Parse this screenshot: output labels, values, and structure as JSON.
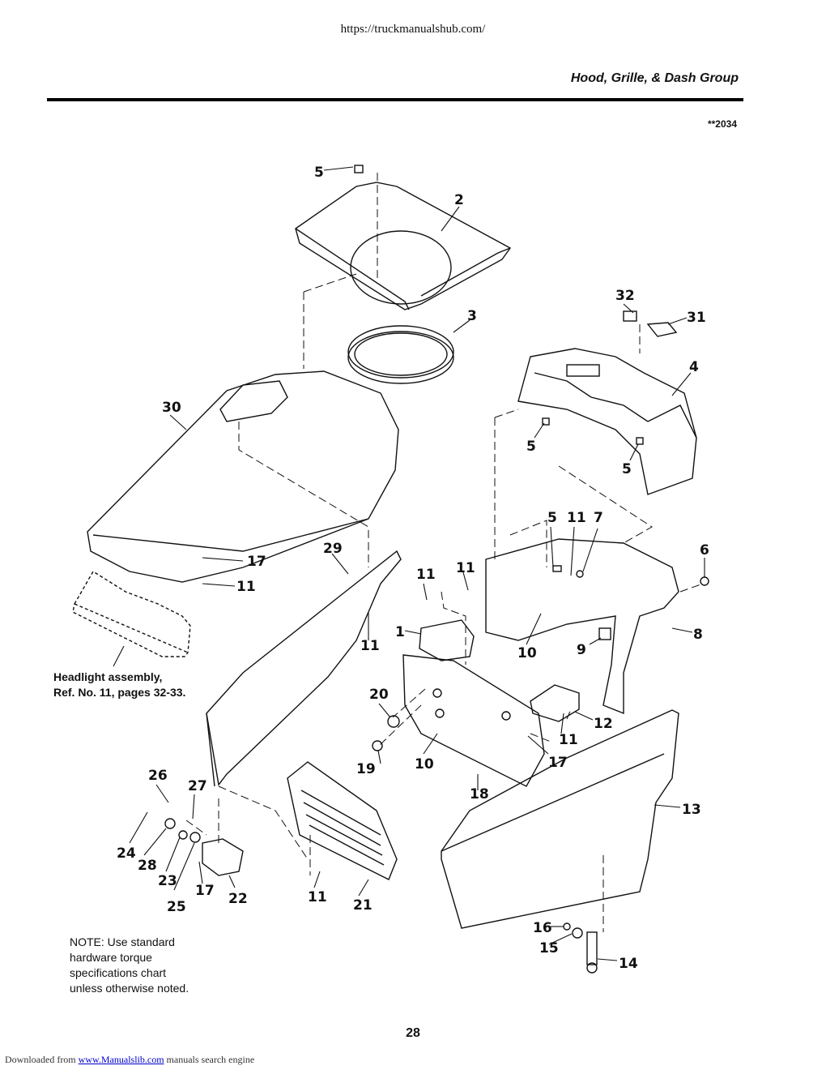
{
  "header": {
    "url": "https://truckmanualshub.com/",
    "section_title": "Hood, Grille, & Dash Group",
    "figure_code": "**2034"
  },
  "notes": {
    "headlight_line1": "Headlight assembly,",
    "headlight_line2": "Ref. No. 11, pages 32-33.",
    "torque_line1": "NOTE:  Use standard",
    "torque_line2": "hardware torque",
    "torque_line3": "specifications chart",
    "torque_line4": "unless otherwise noted."
  },
  "page_number": "28",
  "footer": {
    "prefix": "Downloaded from",
    "link_text": "www.Manualslib.com",
    "suffix": "manuals search engine"
  },
  "callouts": {
    "c5a": "5",
    "c2": "2",
    "c3": "3",
    "c32": "32",
    "c31": "31",
    "c4": "4",
    "c30": "30",
    "c5b": "5",
    "c5c": "5",
    "c5d": "5",
    "c11a": "11",
    "c7": "7",
    "c6": "6",
    "c17a": "17",
    "c11b": "11",
    "c29": "29",
    "c11c": "11",
    "c11d": "11",
    "c11e": "11",
    "c1": "1",
    "c10a": "10",
    "c9": "9",
    "c8": "8",
    "c20": "20",
    "c12": "12",
    "c11f": "11",
    "c19": "19",
    "c10b": "10",
    "c17b": "17",
    "c18": "18",
    "c13": "13",
    "c26": "26",
    "c27": "27",
    "c24": "24",
    "c28": "28",
    "c23": "23",
    "c25": "25",
    "c17c": "17",
    "c22": "22",
    "c11g": "11",
    "c21": "21",
    "c16": "16",
    "c15": "15",
    "c14": "14"
  }
}
